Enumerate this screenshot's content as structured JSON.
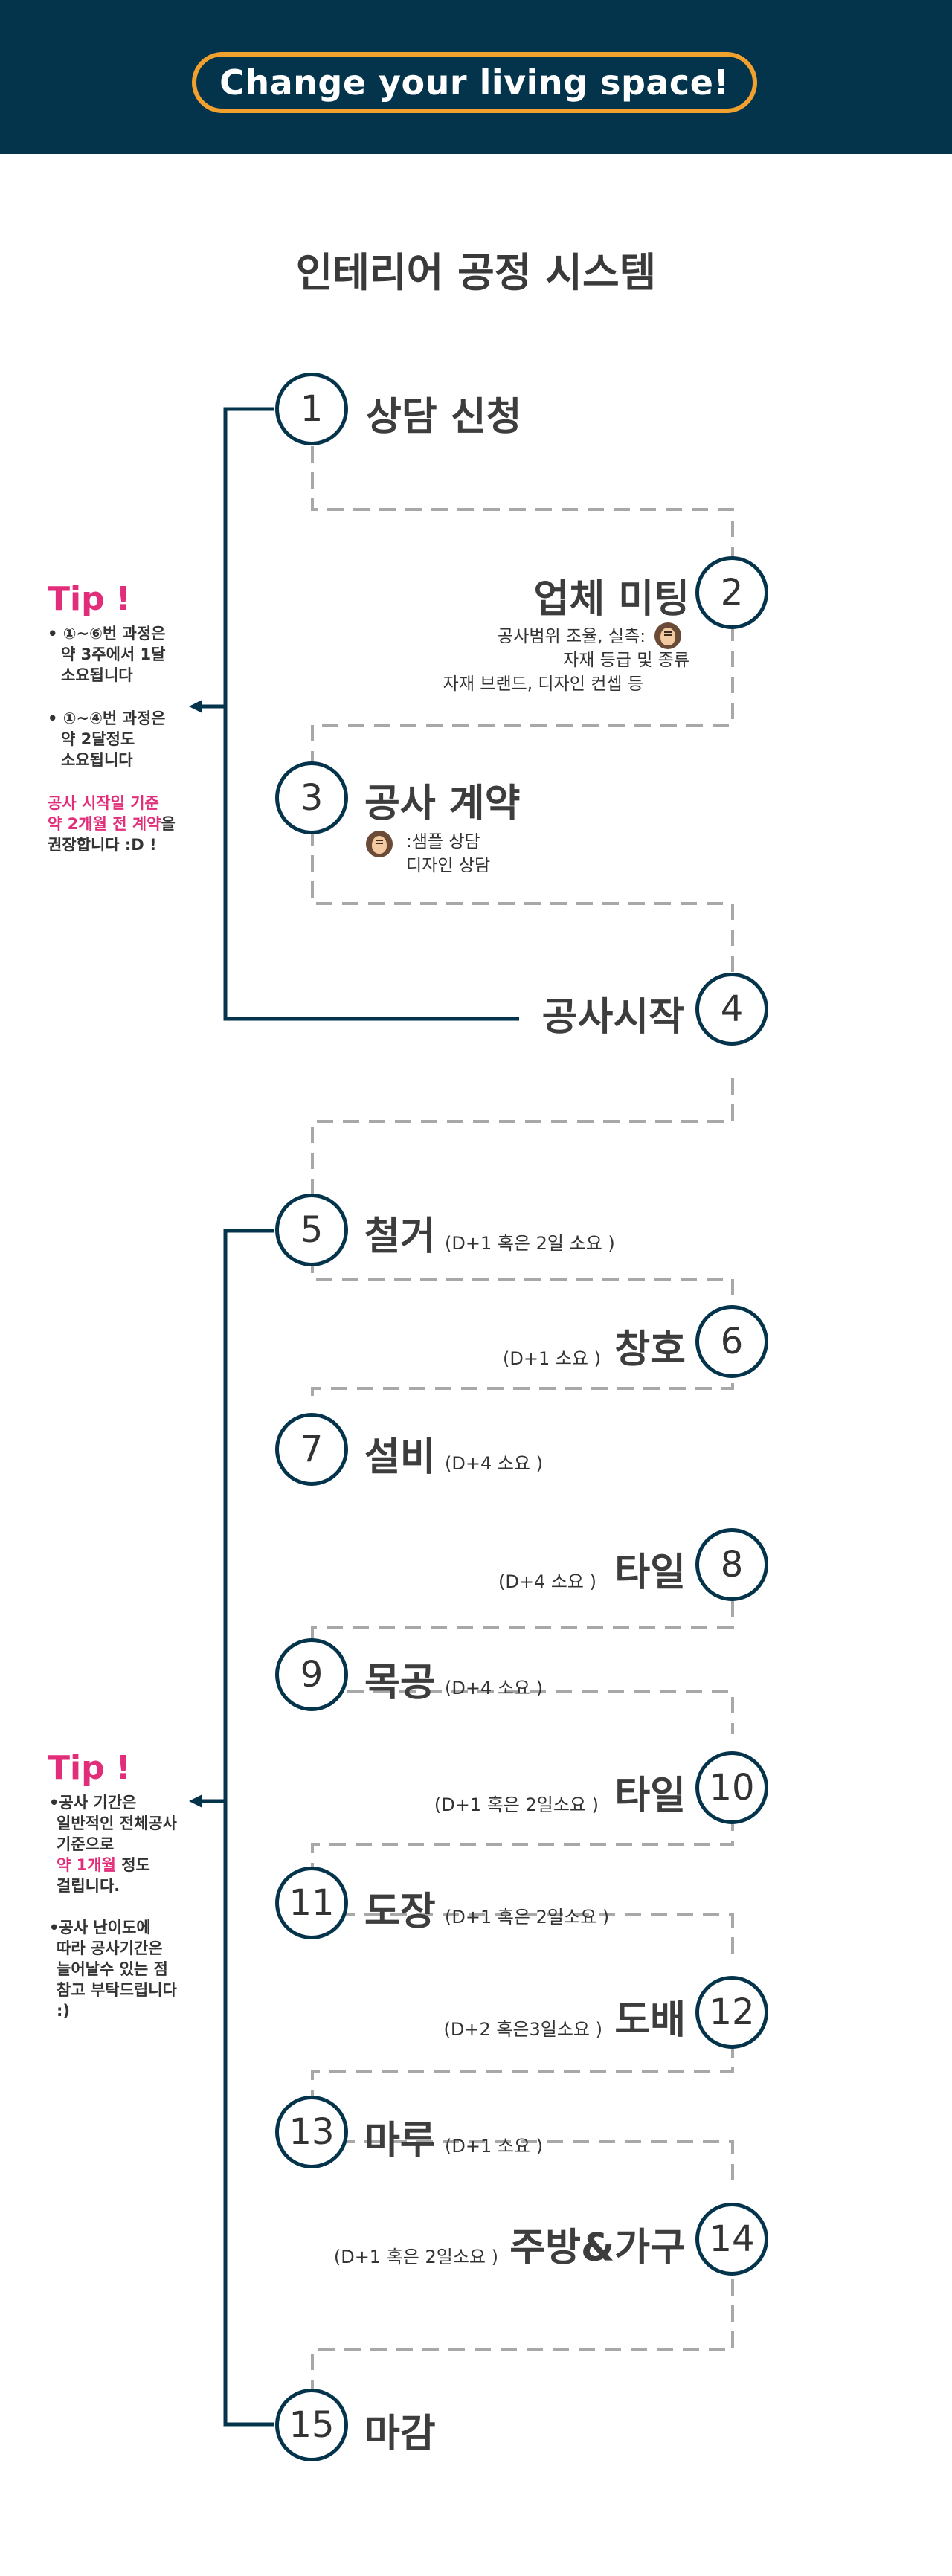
{
  "header": {
    "badge_text": "Change your living space!"
  },
  "page_title": "인테리어 공정 시스템",
  "steps": [
    {
      "num": "1",
      "title": "상담 신청"
    },
    {
      "num": "2",
      "title": "업체 미팅",
      "detail_line1": "공사범위 조율, 실측:",
      "detail_line2": "자재 등급 및 종류",
      "detail_line3": "자재 브랜드, 디자인 컨셉 등"
    },
    {
      "num": "3",
      "title": "공사 계약",
      "detail_line1": ":샘플 상담",
      "detail_line2": "디자인 상담"
    },
    {
      "num": "4",
      "title": "공사시작"
    },
    {
      "num": "5",
      "title": "철거",
      "duration": "(D+1 혹은 2일 소요 )"
    },
    {
      "num": "6",
      "title": "창호",
      "duration": "(D+1 소요 )"
    },
    {
      "num": "7",
      "title": "설비",
      "duration": "(D+4 소요 )"
    },
    {
      "num": "8",
      "title": "타일",
      "duration": "(D+4 소요 )"
    },
    {
      "num": "9",
      "title": "목공",
      "duration": "(D+4 소요 )"
    },
    {
      "num": "10",
      "title": "타일",
      "duration": "(D+1 혹은 2일소요 )"
    },
    {
      "num": "11",
      "title": "도장",
      "duration": "(D+1 혹은 2일소요 )"
    },
    {
      "num": "12",
      "title": "도배",
      "duration": "(D+2 혹은3일소요 )"
    },
    {
      "num": "13",
      "title": "마루",
      "duration": "(D+1 소요 )"
    },
    {
      "num": "14",
      "title": "주방&가구",
      "duration": "(D+1 혹은 2일소요 )"
    },
    {
      "num": "15",
      "title": "마감"
    }
  ],
  "tip1": {
    "heading": "Tip !",
    "bullet1_line1": "• ①~⑥번 과정은",
    "bullet1_line2": "약 3주에서 1달",
    "bullet1_line3": "소요됩니다",
    "bullet2_line1": "• ①~④번 과정은",
    "bullet2_line2": "약 2달정도",
    "bullet2_line3": "소요됩니다",
    "note_line1": "공사 시작일 기준",
    "note_line2_pink": "약 2개월 전 계약",
    "note_line2_rest": "을",
    "note_line3": "권장합니다 :D !"
  },
  "tip2": {
    "heading": "Tip !",
    "b1_line1": "•공사 기간은",
    "b1_line2": "일반적인 전체공사",
    "b1_line3": "기준으로",
    "b1_line4_pink": "약 1개월",
    "b1_line4_rest": " 정도",
    "b1_line5": "걸립니다.",
    "b2_line1": "•공사 난이도에",
    "b2_line2": "따라 공사기간은",
    "b2_line3": "늘어날수 있는 점",
    "b2_line4": "참고 부탁드립니다",
    "b2_line5": ":)"
  },
  "colors": {
    "navy": "#04344b",
    "orange": "#f2a12e",
    "pink": "#e22e7a",
    "dash": "#a8a8a8"
  }
}
